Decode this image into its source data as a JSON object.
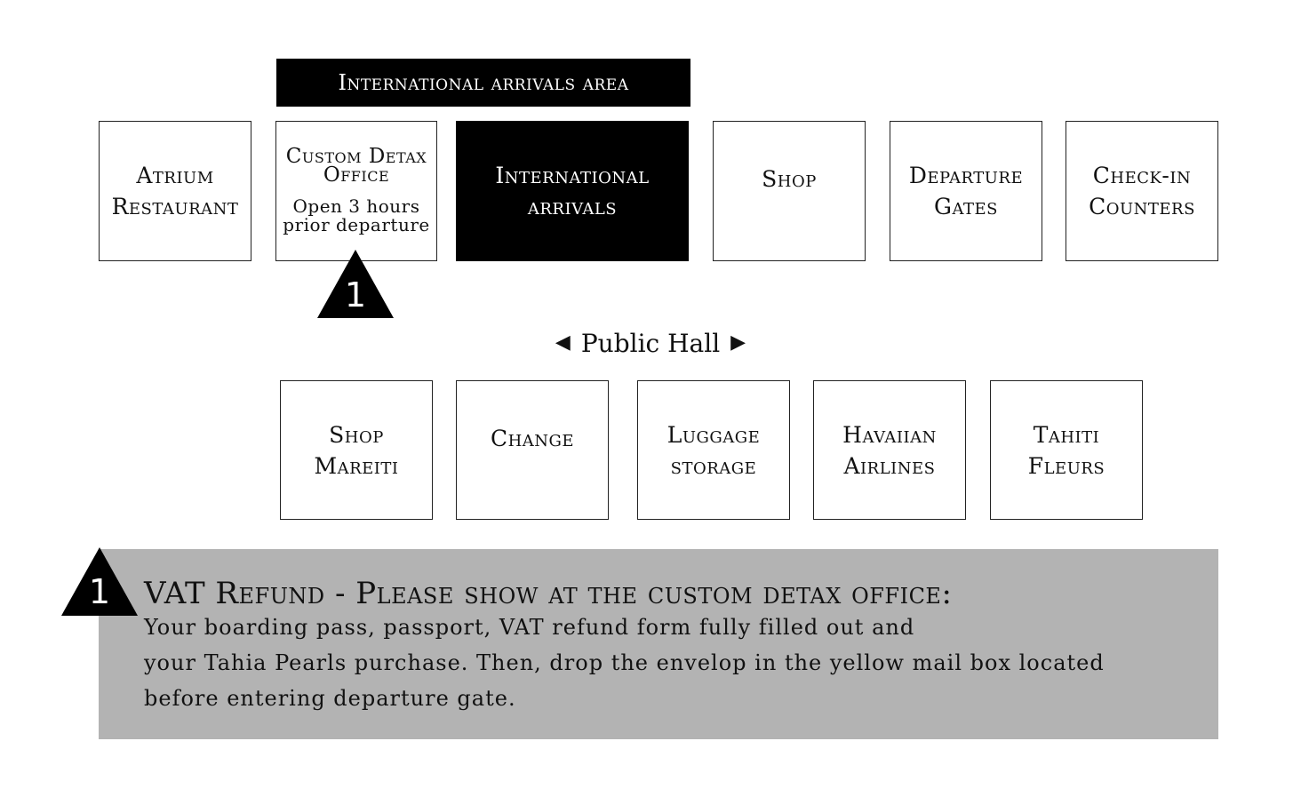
{
  "banner": {
    "label": "International arrivals area"
  },
  "top_row": {
    "atrium": {
      "line1": "Atrium",
      "line2": "Restaurant"
    },
    "detax": {
      "title1": "Custom Detax",
      "title2": "Office",
      "note1": "Open 3 hours",
      "note2": "prior departure"
    },
    "intl_arrivals": {
      "line1": "International",
      "line2": "arrivals"
    },
    "shop": {
      "line1": "Shop"
    },
    "departure_gates": {
      "line1": "Departure",
      "line2": "Gates"
    },
    "checkin": {
      "line1": "Check-in",
      "line2": "Counters"
    }
  },
  "marker": {
    "number": "1"
  },
  "public_hall": {
    "label": "Public Hall",
    "left_arrow": "◀",
    "right_arrow": "▶"
  },
  "bottom_row": {
    "shop_mareiti": {
      "line1": "Shop",
      "line2": "Mareiti"
    },
    "change": {
      "line1": "Change"
    },
    "luggage": {
      "line1": "Luggage",
      "line2": "storage"
    },
    "havaiian": {
      "line1": "Havaiian",
      "line2": "Airlines"
    },
    "tahiti": {
      "line1": "Tahiti",
      "line2": "Fleurs"
    }
  },
  "notice": {
    "number": "1",
    "title": "VAT Refund - Please show at the custom detax office:",
    "body1": "Your boarding pass, passport, VAT refund form fully filled out and",
    "body2": "your Tahia Pearls purchase. Then, drop the envelop in the yellow mail box located",
    "body3": "before entering departure gate."
  },
  "colors": {
    "dark": "#000000",
    "notice_bg": "#b3b3b3",
    "border": "#222222"
  }
}
